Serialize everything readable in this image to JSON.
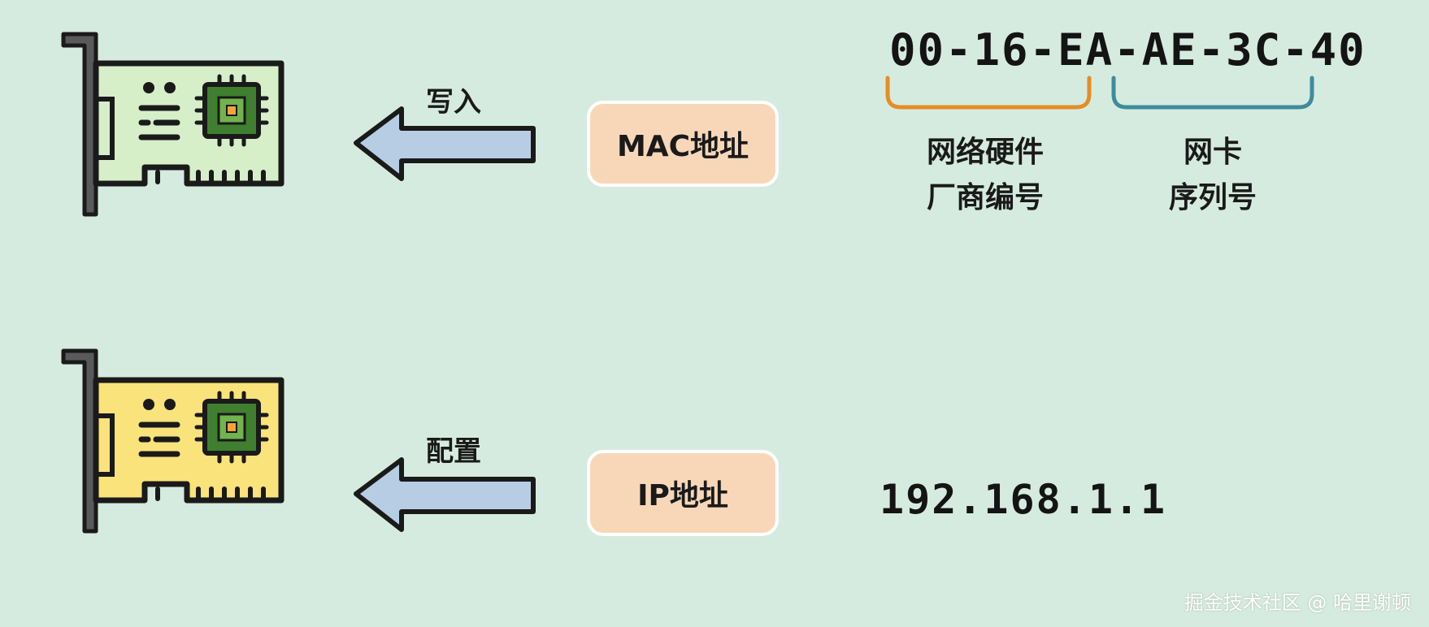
{
  "colors": {
    "background": "#d6ebdf",
    "card_top": "#d6efc9",
    "card_bottom": "#f9e37a",
    "arrow": "#b7cde3",
    "pill": "#f8d7b8",
    "brace_left": "#e58d25",
    "brace_right": "#3f8b9d",
    "chip": "#3f7f2f",
    "chip_core": "#f4a43b"
  },
  "top_row": {
    "card_icon": "network-card-icon",
    "arrow_label": "写入",
    "pill_label": "MAC地址",
    "mac_address": "00-16-EA-AE-3C-40",
    "left_caption_line1": "网络硬件",
    "left_caption_line2": "厂商编号",
    "right_caption_line1": "网卡",
    "right_caption_line2": "序列号"
  },
  "bottom_row": {
    "card_icon": "network-card-icon",
    "arrow_label": "配置",
    "pill_label": "IP地址",
    "ip_address": "192.168.1.1"
  },
  "watermark": "掘金技术社区 @ 哈里谢顿"
}
